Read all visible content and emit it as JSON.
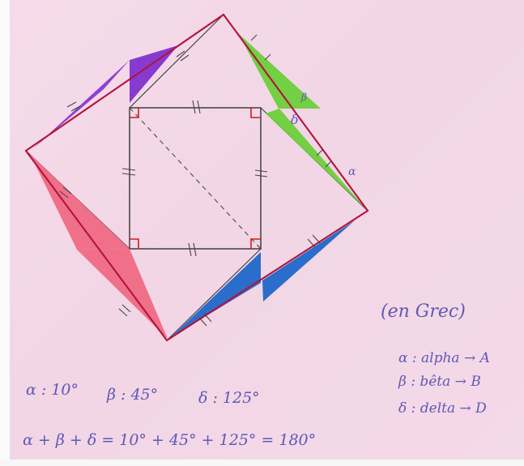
{
  "page": {
    "paper_color": "#f3d8e7"
  },
  "drawing": {
    "figure": "four congruent triangles around a square",
    "colors": {
      "line": "#2f2f2f",
      "red_line": "#b2143b",
      "purple": "#7d2ccd",
      "green": "#6ccf3a",
      "pink": "#f06a84",
      "blue": "#1f67c9",
      "right_angle": "#d01e1e"
    }
  },
  "annotations": {
    "en_grec": "(en Grec)",
    "alpha_line": "α : alpha → A",
    "beta_line": "β : bêta → B",
    "delta_line": "δ : delta → D",
    "alpha_value": "α : 10°",
    "beta_value": "β : 45°",
    "delta_value": "δ : 125°",
    "sum_equation": "α + β + δ = 10° + 45° + 125° = 180°",
    "green_alpha": "α",
    "green_beta": "β",
    "green_delta": "δ"
  }
}
